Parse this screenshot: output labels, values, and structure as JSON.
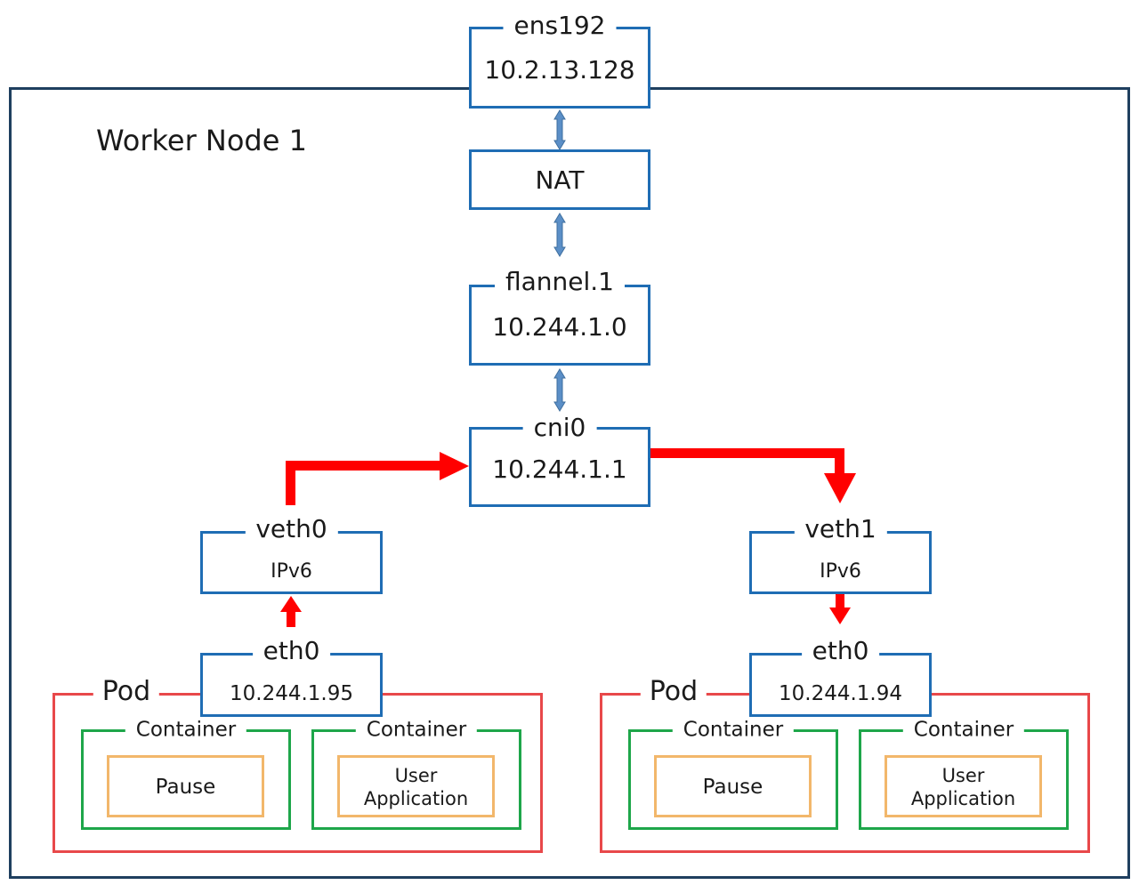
{
  "node": {
    "title": "Worker Node 1"
  },
  "ens192": {
    "name": "ens192",
    "ip": "10.2.13.128"
  },
  "nat": {
    "label": "NAT"
  },
  "flannel": {
    "name": "flannel.1",
    "ip": "10.244.1.0"
  },
  "cni0": {
    "name": "cni0",
    "ip": "10.244.1.1"
  },
  "veth0": {
    "name": "veth0",
    "value": "IPv6"
  },
  "veth1": {
    "name": "veth1",
    "value": "IPv6"
  },
  "pod_left": {
    "label": "Pod",
    "eth0": {
      "name": "eth0",
      "ip": "10.244.1.95"
    },
    "container_pause": {
      "label": "Container",
      "inner": "Pause"
    },
    "container_app": {
      "label": "Container",
      "inner_line1": "User",
      "inner_line2": "Application"
    }
  },
  "pod_right": {
    "label": "Pod",
    "eth0": {
      "name": "eth0",
      "ip": "10.244.1.94"
    },
    "container_pause": {
      "label": "Container",
      "inner": "Pause"
    },
    "container_app": {
      "label": "Container",
      "inner_line1": "User",
      "inner_line2": "Application"
    }
  },
  "colors": {
    "interface_border": "#1f6db4",
    "pod_border": "#e8484a",
    "container_border": "#1ea64a",
    "process_border": "#f2b76b",
    "traffic_arrow": "#ff0000",
    "link_arrow": "#5b8fc7"
  }
}
